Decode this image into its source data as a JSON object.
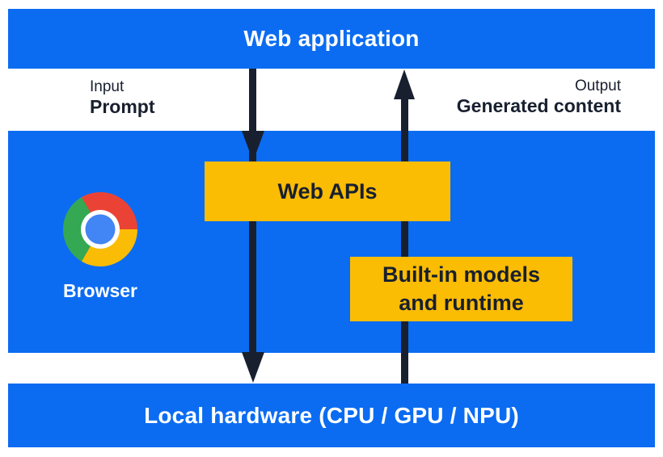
{
  "colors": {
    "blue": "#0b6cf2",
    "yellow": "#fbbc04",
    "dark": "#18202f",
    "chrome_red": "#ea4335",
    "chrome_yellow": "#fbbc05",
    "chrome_green": "#34a853",
    "chrome_blue": "#4285f4"
  },
  "top_bar": {
    "label": "Web application"
  },
  "io": {
    "input_title": "Input",
    "input_value": "Prompt",
    "output_title": "Output",
    "output_value": "Generated content"
  },
  "browser": {
    "label": "Browser",
    "logo": "chrome-logo"
  },
  "boxes": {
    "web_apis": "Web APIs",
    "builtin_line1": "Built-in models",
    "builtin_line2": "and runtime"
  },
  "bottom_bar": {
    "label": "Local hardware (CPU / GPU / NPU)"
  }
}
